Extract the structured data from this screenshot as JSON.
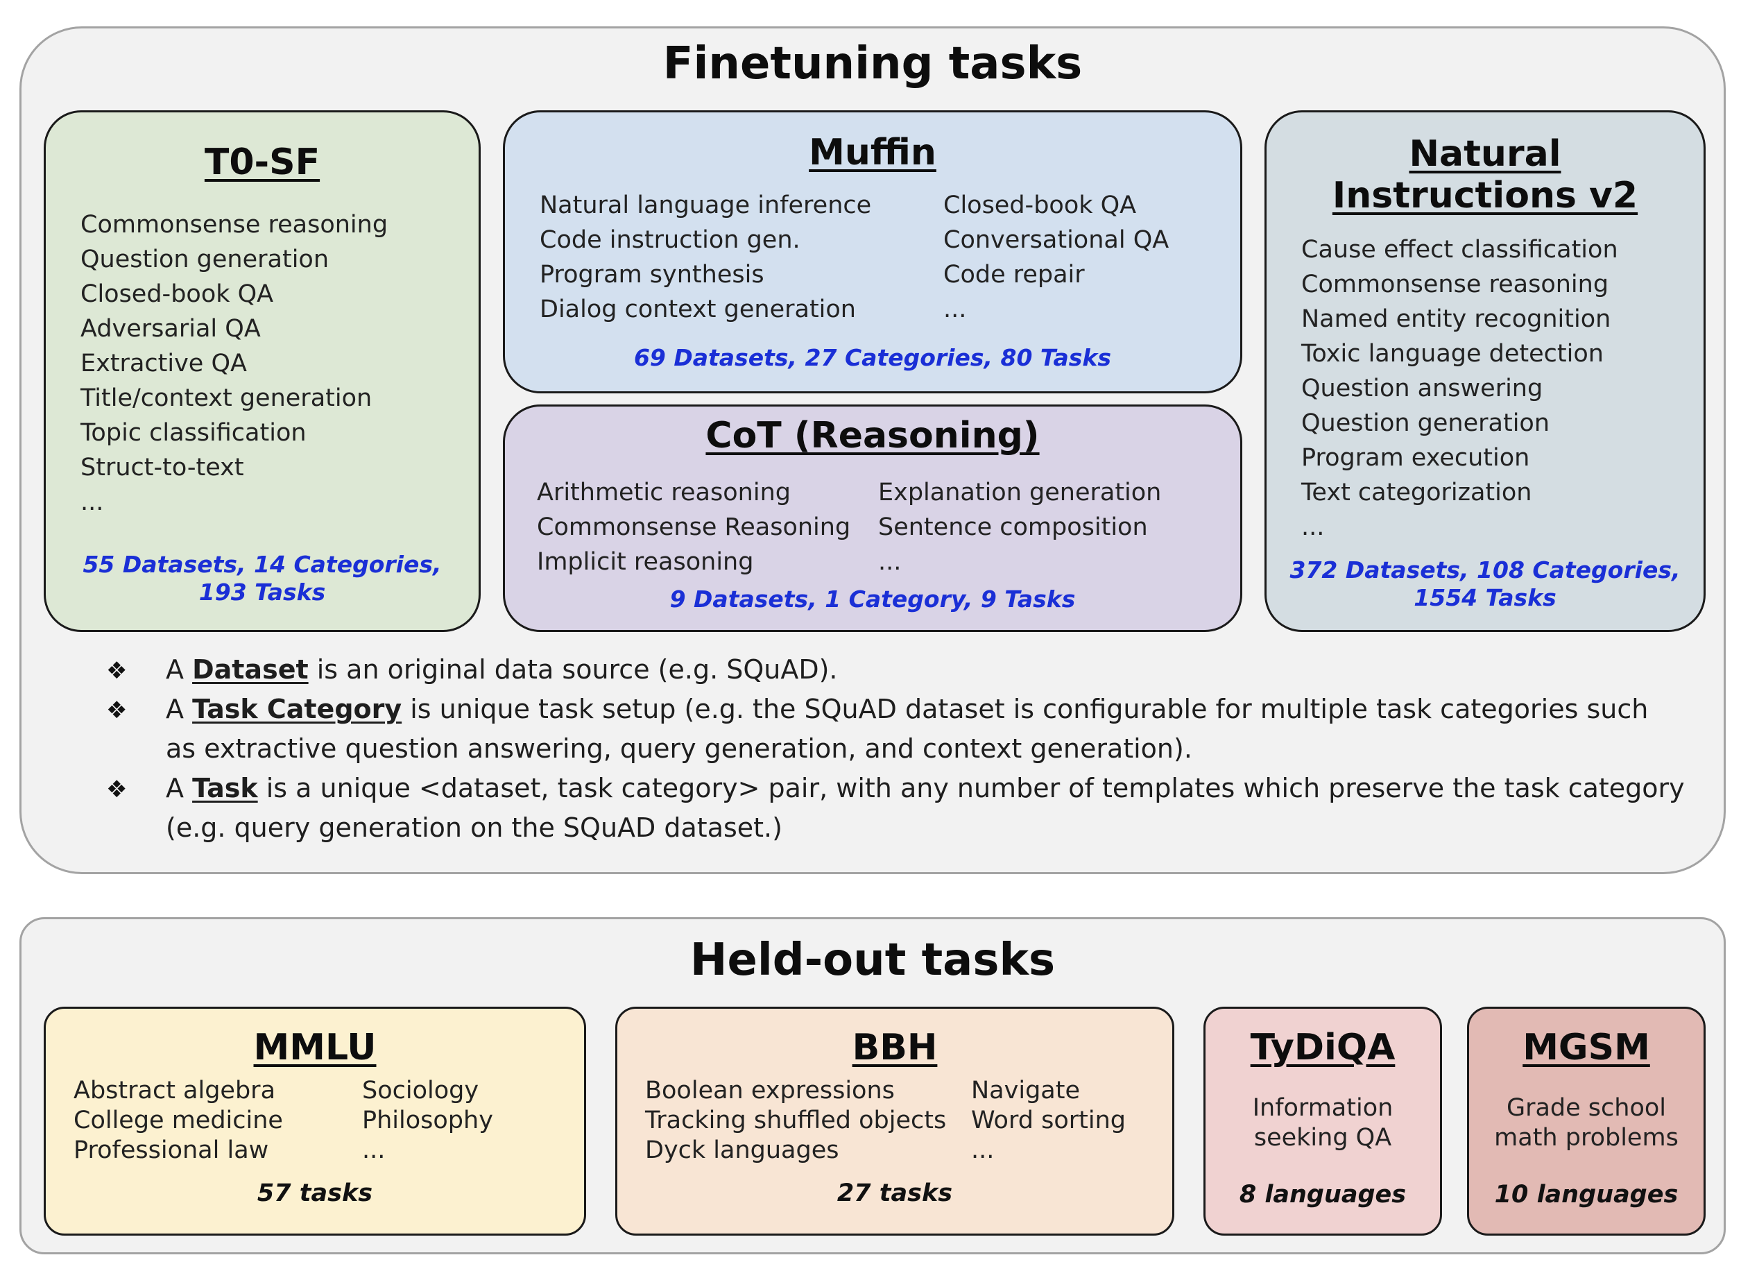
{
  "finetuning": {
    "title": "Finetuning tasks",
    "t0sf": {
      "title": "T0-SF",
      "items": [
        "Commonsense reasoning",
        "Question generation",
        "Closed-book QA",
        "Adversarial QA",
        "Extractive QA",
        "Title/context generation",
        "Topic classification",
        "Struct-to-text",
        "..."
      ],
      "stats_line1": "55 Datasets, 14 Categories,",
      "stats_line2": "193 Tasks",
      "color": "#dde8d5"
    },
    "muffin": {
      "title": "Muffin",
      "col1": [
        "Natural language inference",
        "Code instruction gen.",
        "Program synthesis",
        "Dialog context generation"
      ],
      "col2": [
        "Closed-book QA",
        "Conversational QA",
        "Code repair",
        "..."
      ],
      "stats": "69 Datasets, 27 Categories, 80 Tasks",
      "color": "#d3e0ef"
    },
    "cot": {
      "title": "CoT (Reasoning)",
      "col1": [
        "Arithmetic reasoning",
        "Commonsense Reasoning",
        "Implicit reasoning"
      ],
      "col2": [
        "Explanation generation",
        "Sentence composition",
        "..."
      ],
      "stats": "9 Datasets, 1 Category, 9 Tasks",
      "color": "#d9d3e6"
    },
    "niv2": {
      "title_line1": "Natural",
      "title_line2": "Instructions v2",
      "items": [
        "Cause effect classification",
        "Commonsense reasoning",
        "Named entity recognition",
        "Toxic language detection",
        "Question answering",
        "Question generation",
        "Program execution",
        "Text categorization",
        "..."
      ],
      "stats_line1": "372 Datasets, 108 Categories,",
      "stats_line2": "1554 Tasks",
      "color": "#d4dde2"
    },
    "notes": {
      "bullet": "❖",
      "n1": {
        "a": "A ",
        "term": "Dataset",
        "rest": " is an original data source (e.g. SQuAD)."
      },
      "n2": {
        "a": "A ",
        "term": "Task Category",
        "rest": " is unique task setup (e.g. the SQuAD dataset is configurable for multiple task categories such as extractive question answering, query generation, and context generation)."
      },
      "n3": {
        "a": "A ",
        "term": "Task",
        "rest": " is a unique <dataset, task category> pair, with any number of templates which preserve the task category (e.g. query generation on the SQuAD dataset.)"
      }
    }
  },
  "heldout": {
    "title": "Held-out tasks",
    "mmlu": {
      "title": "MMLU",
      "col1": [
        "Abstract algebra",
        "College medicine",
        "Professional law"
      ],
      "col2": [
        "Sociology",
        "Philosophy",
        "..."
      ],
      "count": "57 tasks",
      "color": "#fcf1d0"
    },
    "bbh": {
      "title": "BBH",
      "col1": [
        "Boolean expressions",
        "Tracking shuffled objects",
        "Dyck languages"
      ],
      "col2": [
        "Navigate",
        "Word sorting",
        "..."
      ],
      "count": "27 tasks",
      "color": "#f8e5d4"
    },
    "tydiqa": {
      "title": "TyDiQA",
      "line1": "Information",
      "line2": "seeking QA",
      "count": "8 languages",
      "color": "#f0d2d1"
    },
    "mgsm": {
      "title": "MGSM",
      "line1": "Grade school",
      "line2": "math problems",
      "count": "10 languages",
      "color": "#e2bab4"
    }
  }
}
